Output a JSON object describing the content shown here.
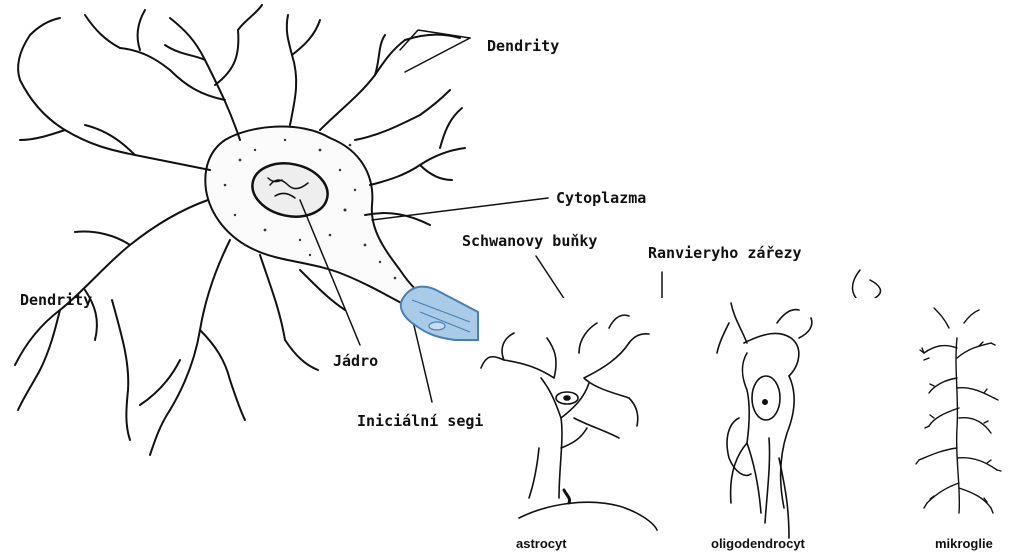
{
  "neuron": {
    "labels": {
      "dendrity_top": "Dendrity",
      "dendrity_left": "Dendrity",
      "cytoplazma": "Cytoplazma",
      "schwann": "Schwanovy buňky",
      "ranvier": "Ranvieryho zářezy",
      "jadro": "Jádro",
      "inicialni": "Iniciální segi"
    }
  },
  "glia": {
    "astrocyt": "astrocyt",
    "oligodendrocyt": "oligodendrocyt",
    "mikroglie": "mikroglie"
  },
  "colors": {
    "ink": "#111111",
    "myelin": "#a9cbe8",
    "myelin_stroke": "#4a7fb0"
  }
}
